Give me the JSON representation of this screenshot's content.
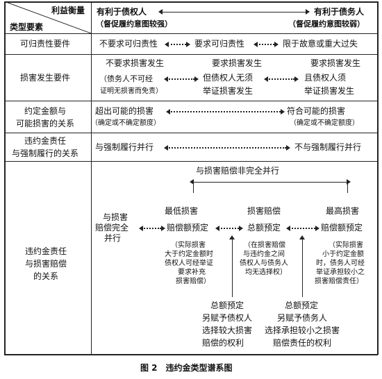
{
  "header": {
    "criterion": "利益衡量",
    "type_elements": "类型要素",
    "left_pole": "有利于债权人",
    "left_pole_note": "（督促履约意图较强）",
    "right_pole": "有利于债务人",
    "right_pole_note": "（督促履约意图较弱）"
  },
  "row_fault": {
    "label": "可归责性要件",
    "a": "不要求可归责性",
    "b": "要求可归责性",
    "c": "限于故意或重大过失"
  },
  "row_damage": {
    "label": "损害发生要件",
    "a1": "不要求损害发生",
    "a2": "（债务人不可经",
    "a3": "证明无损害而免责）",
    "b1": "要求损害发生",
    "b2": "但债权人无须",
    "b3": "举证损害发生",
    "c1": "要求损害发生",
    "c2": "且债权人须",
    "c3": "举证损害发生"
  },
  "row_amount": {
    "label1": "约定金额与",
    "label2": "可能损害的关系",
    "a1": "超出可能的损害",
    "a2": "（确定或不确定额度）",
    "b1": "符合可能的损害",
    "b2": "（确定或不确定额度）"
  },
  "row_enforce": {
    "label1": "违约金责任",
    "label2": "与强制履行的关系",
    "a": "与强制履行并行",
    "b": "不与强制履行并行"
  },
  "row_relation": {
    "label1": "违约金责任",
    "label2": "与损害赔偿",
    "label3": "的关系",
    "top": "与损害赔偿非完全并行",
    "left1": "与损害",
    "left2": "赔偿完全",
    "left3": "并行",
    "min_title": "最低损害",
    "mid_title": "损害赔偿",
    "max_title": "最高损害",
    "min_box": "赔偿额预定",
    "mid_box": "总额预定",
    "max_box": "赔偿额预定",
    "min_note": [
      "（实际损害",
      "大于约定金额时",
      "债权人可经举证",
      "要求补充",
      "损害赔偿）"
    ],
    "mid_note": [
      "（在损害赔偿",
      "与违约金之间",
      "债权人与债务人",
      "均无选择权）"
    ],
    "max_note": [
      "（实际损害",
      "小于约定金额",
      "时，债务人可经",
      "举证承担较小之",
      "损害赔偿责任）"
    ],
    "creditor_note": [
      "总额预定",
      "另赋予债权人",
      "选择较大损害",
      "赔偿的权利"
    ],
    "debtor_note": [
      "总额预定",
      "另赋予债务人",
      "选择承担较小之损害",
      "赔偿责任的权利"
    ]
  },
  "caption": "图 2　违约金类型谱系图"
}
